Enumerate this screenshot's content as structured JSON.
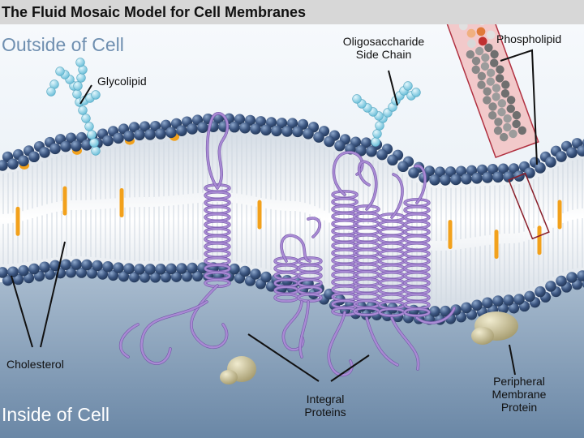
{
  "title": "The Fluid Mosaic Model for Cell Membranes",
  "regions": {
    "outside": "Outside of Cell",
    "inside": "Inside of Cell"
  },
  "labels": {
    "glycolipid": "Glycolipid",
    "oligosaccharide_line1": "Oligosaccharide",
    "oligosaccharide_line2": "Side Chain",
    "phospholipid": "Phospholipid",
    "cholesterol": "Cholesterol",
    "integral_line1": "Integral",
    "integral_line2": "Proteins",
    "peripheral_line1": "Peripheral",
    "peripheral_line2": "Membrane",
    "peripheral_line3": "Protein"
  },
  "colors": {
    "outside_bg": "#eef3f8",
    "inside_bg": "#7d98b4",
    "head": "#3b5580",
    "head_highlight": "#8ea8cc",
    "core": "#ffffff",
    "tail": "#cfd7e0",
    "cholesterol": "#f2a11c",
    "protein": "#a98bd4",
    "protein_dark": "#7457a8",
    "sugar": "#8fd1e6",
    "peripheral": "#cbc29a",
    "phospholipid_box": "#f2c9ca",
    "box_border": "#b03040"
  }
}
